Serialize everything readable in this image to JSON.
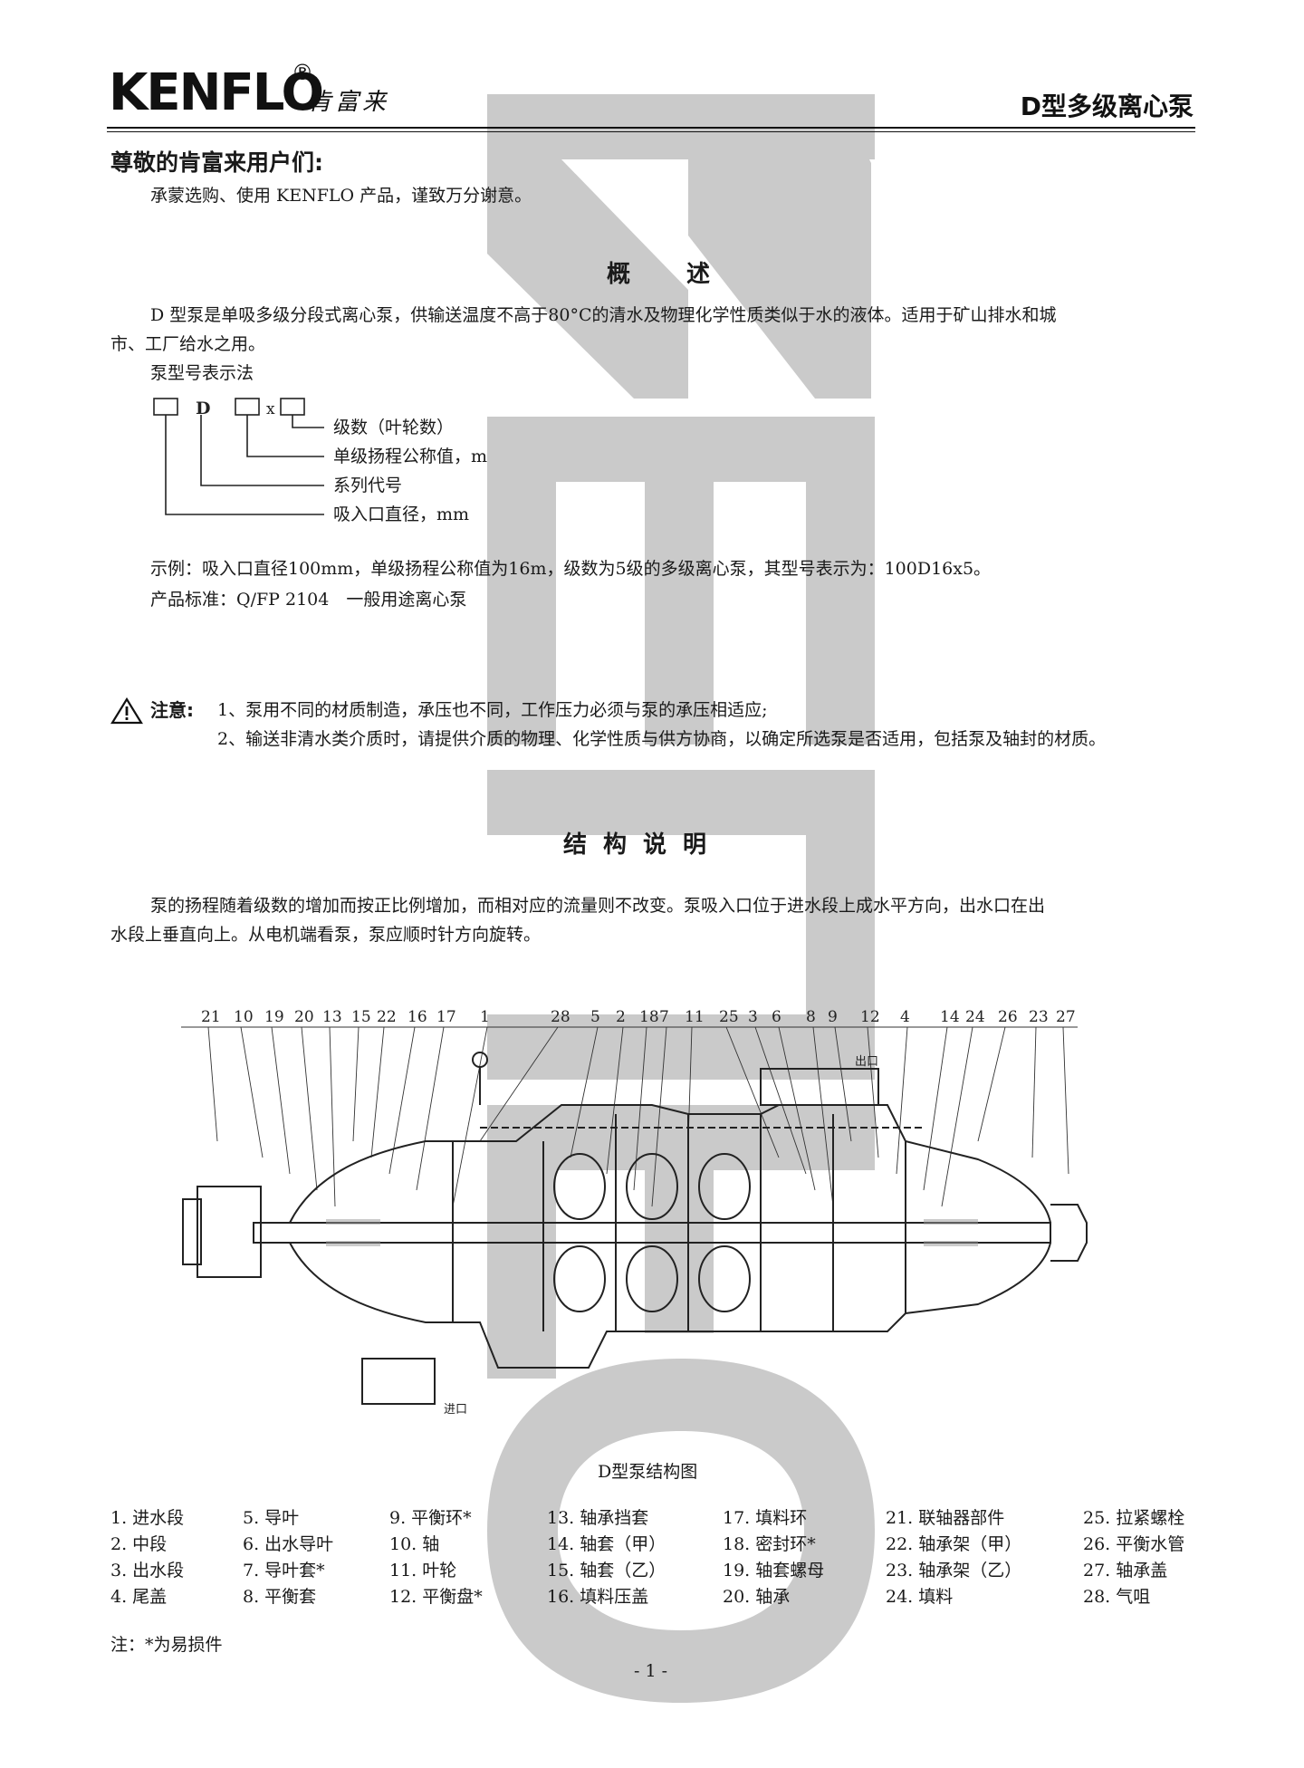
{
  "header": {
    "logo_text": "KENFLO",
    "logo_reg": "®",
    "logo_cn": "肯富来",
    "doc_title": "D型多级离心泵"
  },
  "intro": {
    "greeting": "尊敬的肯富来用户们:",
    "thanks": "承蒙选购、使用 KENFLO 产品，谨致万分谢意。"
  },
  "overview": {
    "heading": "概　述",
    "para1": "D 型泵是单吸多级分段式离心泵，供输送温度不高于80°C的清水及物理化学性质类似于水的液体。适用于矿山排水和城",
    "para2": "市、工厂给水之用。",
    "model_title": "泵型号表示法",
    "model_code": {
      "d": "D",
      "x": "x"
    },
    "model_labels": [
      "级数（叶轮数）",
      "单级扬程公称值，m",
      "系列代号",
      "吸入口直径，mm"
    ],
    "example": "示例：吸入口直径100mm，单级扬程公称值为16m，级数为5级的多级离心泵，其型号表示为：100D16x5。",
    "standard": "产品标准：Q/FP 2104　一般用途离心泵"
  },
  "notice": {
    "label": "注意:",
    "items": [
      "1、泵用不同的材质制造，承压也不同，工作压力必须与泵的承压相适应;",
      "2、输送非清水类介质时，请提供介质的物理、化学性质与供方协商，以确定所选泵是否适用，包括泵及轴封的材质。"
    ]
  },
  "structure": {
    "heading": "结构说明",
    "para1": "泵的扬程随着级数的增加而按正比例增加，而相对应的流量则不改变。泵吸入口位于进水段上成水平方向，出水口在出",
    "para2": "水段上垂直向上。从电机端看泵，泵应顺时针方向旋转。"
  },
  "drawing": {
    "callouts": [
      "21",
      "10",
      "19",
      "20",
      "13",
      "15",
      "22",
      "16",
      "17",
      "1",
      "28",
      "5",
      "2",
      "18",
      "7",
      "11",
      "25",
      "3",
      "6",
      "8",
      "9",
      "12",
      "4",
      "14",
      "24",
      "26",
      "23",
      "27"
    ],
    "outlet_label": "出口",
    "inlet_label": "进口",
    "caption": "D型泵结构图"
  },
  "parts": [
    [
      "1. 进水段",
      "2. 中段",
      "3. 出水段",
      "4. 尾盖"
    ],
    [
      "5. 导叶",
      "6. 出水导叶",
      "7. 导叶套*",
      "8. 平衡套"
    ],
    [
      "9.  平衡环*",
      "10. 轴",
      "11. 叶轮",
      "12. 平衡盘*"
    ],
    [
      "13. 轴承挡套",
      "14. 轴套（甲）",
      "15. 轴套（乙）",
      "16. 填料压盖"
    ],
    [
      "17. 填料环",
      "18. 密封环*",
      "19. 轴套螺母",
      "20. 轴承"
    ],
    [
      "21. 联轴器部件",
      "22. 轴承架（甲）",
      "23. 轴承架（乙）",
      "24. 填料"
    ],
    [
      "25. 拉紧螺栓",
      "26. 平衡水管",
      "27. 轴承盖",
      "28. 气咀"
    ]
  ],
  "footnote": "注：*为易损件",
  "page_number": "- 1 -",
  "colors": {
    "watermark": "#c8c8c8",
    "text": "#1a1a1a"
  }
}
